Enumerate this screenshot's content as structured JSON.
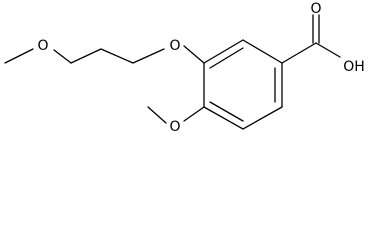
{
  "molecule": {
    "atom_labels": {
      "methoxy_ether_O": "O",
      "aryl_ether_O": "O",
      "carbonyl_O": "O",
      "hydroxyl": "OH",
      "lower_methoxy_O": "O"
    }
  },
  "colors": {
    "bond": "#000000",
    "label": "#000000",
    "background": "#ffffff"
  }
}
